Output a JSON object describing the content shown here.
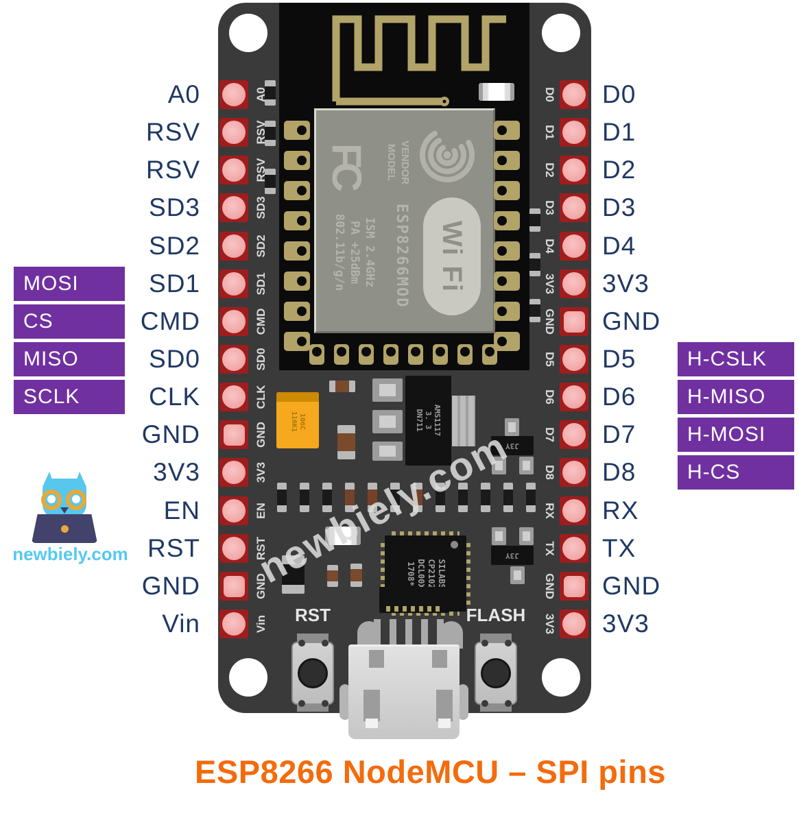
{
  "title": {
    "text": "ESP8266 NodeMCU – SPI pins"
  },
  "branding": {
    "logo_text": "newbiely.com",
    "watermark": "newbiely.com"
  },
  "pinout": {
    "left_labels": [
      "A0",
      "RSV",
      "RSV",
      "SD3",
      "SD2",
      "SD1",
      "CMD",
      "SD0",
      "CLK",
      "GND",
      "3V3",
      "EN",
      "RST",
      "GND",
      "Vin"
    ],
    "right_labels": [
      "D0",
      "D1",
      "D2",
      "D3",
      "D4",
      "3V3",
      "GND",
      "D5",
      "D6",
      "D7",
      "D8",
      "RX",
      "TX",
      "GND",
      "3V3"
    ],
    "left_spi_boxes": [
      {
        "label": "MOSI",
        "pin": "SD1"
      },
      {
        "label": "CS",
        "pin": "CMD"
      },
      {
        "label": "MISO",
        "pin": "SD0"
      },
      {
        "label": "SCLK",
        "pin": "CLK"
      }
    ],
    "right_spi_boxes": [
      {
        "label": "H-CSLK",
        "pin": "D5"
      },
      {
        "label": "H-MISO",
        "pin": "D6"
      },
      {
        "label": "H-MOSI",
        "pin": "D7"
      },
      {
        "label": "H-CS",
        "pin": "D8"
      }
    ]
  },
  "board_silkscreen": {
    "left_pins": [
      "A0",
      "RSV",
      "RSV",
      "SD3",
      "SD2",
      "SD1",
      "CMD",
      "SD0",
      "CLK",
      "GND",
      "3V3",
      "EN",
      "RST",
      "GND",
      "Vin"
    ],
    "right_pins": [
      "D0",
      "D1",
      "D2",
      "D3",
      "D4",
      "3V3",
      "GND",
      "D5",
      "D6",
      "D7",
      "D8",
      "RX",
      "TX",
      "GND",
      "3V3"
    ],
    "reset_button": "RST",
    "flash_button": "FLASH"
  },
  "module": {
    "fcc_mark": "FC",
    "cert_lines": [
      "MODEL",
      "VENDOR"
    ],
    "name": "ESP8266MOD",
    "spec_lines": [
      "ISM 2.4GHz",
      "PA +25dBm",
      "802.11b/g/n"
    ],
    "wifi_badge": "Wi Fi"
  },
  "components": {
    "regulator_lines": [
      "AMS1117",
      "3. 3",
      "DN711"
    ],
    "usb_uart_lines": [
      "SILABS",
      "CP2102",
      "DCL00X",
      "1708*"
    ],
    "transistor_marking": "J3Y",
    "capacitor_lines": [
      "106C",
      "116K1"
    ],
    "mid_resistor_colors": [
      "black",
      "black",
      "black",
      "brown",
      "brown",
      "black",
      "brown",
      "black",
      "black",
      "black",
      "black",
      "black"
    ]
  },
  "colors": {
    "accent_purple": "#7030a0",
    "label_navy": "#1f3864",
    "title_orange": "#f36b0c",
    "logo_blue": "#56c8f2",
    "board_gray": "#3a3a3a",
    "pcb_black": "#0b0b0b",
    "trace_gold": "#b2a369",
    "pad_red": "#9f1d1d",
    "pad_pink": "#f2a9a9"
  }
}
